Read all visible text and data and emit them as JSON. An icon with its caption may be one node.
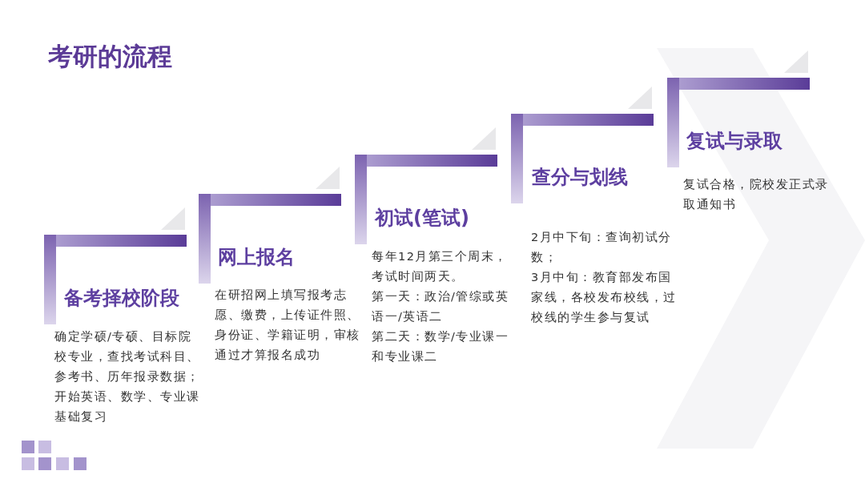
{
  "diagram": {
    "title": "考研的流程",
    "nodes": [
      {
        "text": [
          "备考择校阶段",
          "确定学硕/专硕、目标院校专业，查找考试科目、参考书、历年报录数据；开始英语、数学、专业课基础复习"
        ]
      },
      {
        "text": [
          "网上报名",
          "在研招网上填写报考志愿、缴费，上传证件照、身份证、学籍证明，审核通过才算报名成功"
        ]
      },
      {
        "text": [
          "初试(笔试)",
          "每年12月第三个周末，考试时间两天。",
          "第一天：政治/管综或英语一/英语二",
          "第二天：数学/专业课一和专业课二"
        ]
      },
      {
        "text": [
          "查分与划线",
          "2月中下旬：查询初试分数；",
          "3月中旬：教育部发布国家线，各校发布校线，过校线的学生参与复试"
        ]
      },
      {
        "text": [
          "复试与录取",
          "复试合格，院校发正式录取通知书"
        ]
      }
    ]
  }
}
